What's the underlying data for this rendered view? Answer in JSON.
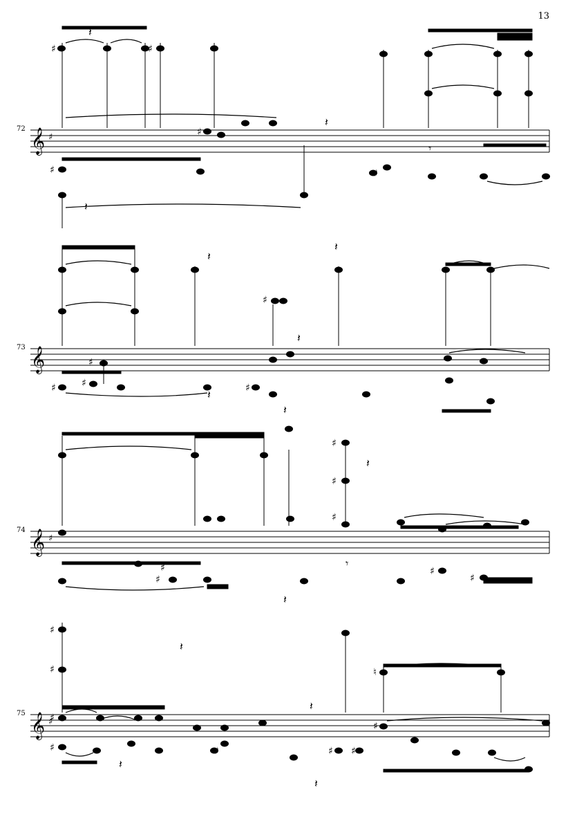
{
  "page": {
    "number": "13"
  },
  "systems": [
    {
      "measure": "72"
    },
    {
      "measure": "73"
    },
    {
      "measure": "74"
    },
    {
      "measure": "75"
    }
  ]
}
